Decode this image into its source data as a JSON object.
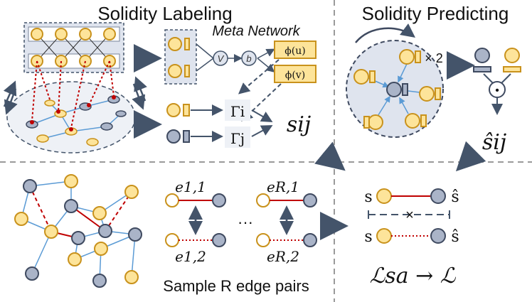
{
  "panels": {
    "top_left_title": "Solidity Labeling",
    "top_right_title": "Solidity Predicting",
    "meta_network_label": "Meta Network",
    "bottom_caption": "Sample R edge pairs"
  },
  "meta_network": {
    "node_v": "V",
    "node_b": "b",
    "phi_u": "ϕ(u)",
    "phi_v": "ϕ(v)"
  },
  "gamma": {
    "gamma_i": "Γi",
    "gamma_j": "Γj",
    "s_ij": "sij"
  },
  "predicting": {
    "times_two": "× 2",
    "dot_op": "•",
    "s_hat_ij": "ŝij"
  },
  "edge_pairs": {
    "e11": "e1,1",
    "e12": "e1,2",
    "eR1": "eR,1",
    "eR2": "eR,2",
    "ellipsis": "···"
  },
  "loss": {
    "s_top": "s",
    "s_hat_top": "ŝ",
    "cross": "×",
    "s_bottom": "s",
    "s_hat_bottom": "ŝ",
    "formula": "ℒsa → ℒ"
  },
  "colors": {
    "yellow_fill": "#fde49a",
    "yellow_stroke": "#c9921c",
    "gray_fill": "#aab4c8",
    "gray_stroke": "#3f4a60",
    "red_edge": "#c00000",
    "blue_edge": "#5b9bd5",
    "arrow": "#44546a"
  }
}
